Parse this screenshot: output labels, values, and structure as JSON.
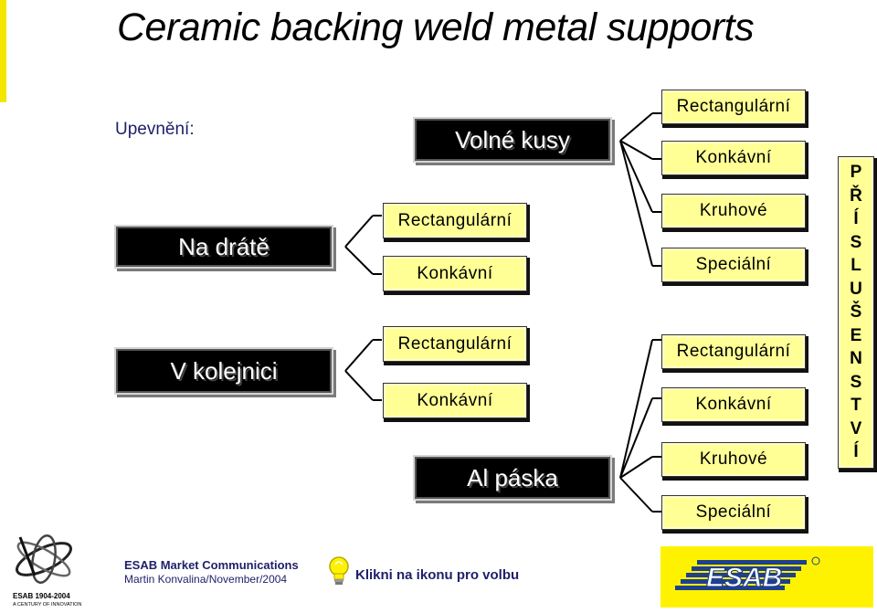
{
  "title": "Ceramic backing weld metal supports",
  "label_upevneni": "Upevnění:",
  "categories": {
    "na_drate": "Na drátě",
    "v_kolejnici": "V kolejnici",
    "volne_kusy": "Volné kusy",
    "al_paska": "Al páska"
  },
  "mid_items": [
    "Rectangulární",
    "Konkávní",
    "Rectangulární",
    "Konkávní"
  ],
  "right_items": [
    "Rectangulární",
    "Konkávní",
    "Kruhové",
    "Speciální",
    "Rectangulární",
    "Konkávní",
    "Kruhové",
    "Speciální"
  ],
  "accessories_letters": [
    "P",
    "Ř",
    "Í",
    "S",
    "L",
    "U",
    "Š",
    "E",
    "N",
    "S",
    "T",
    "V",
    "Í"
  ],
  "footer": {
    "company_line": "ESAB Market Communications",
    "author_line": "Martin Konvalina/November/2004",
    "klikni": "Klikni na ikonu pro volbu",
    "logo_small_title": "ESAB 1904-2004",
    "logo_small_subtitle": "A CENTURY OF INNOVATION",
    "esab_logo": "ESAB"
  },
  "colors": {
    "accent_yellow": "#fff200",
    "box_yellow": "#ffff96",
    "box_black": "#000000",
    "esab_blue": "#1f3f8f",
    "text_navy": "#1f1f6a"
  }
}
